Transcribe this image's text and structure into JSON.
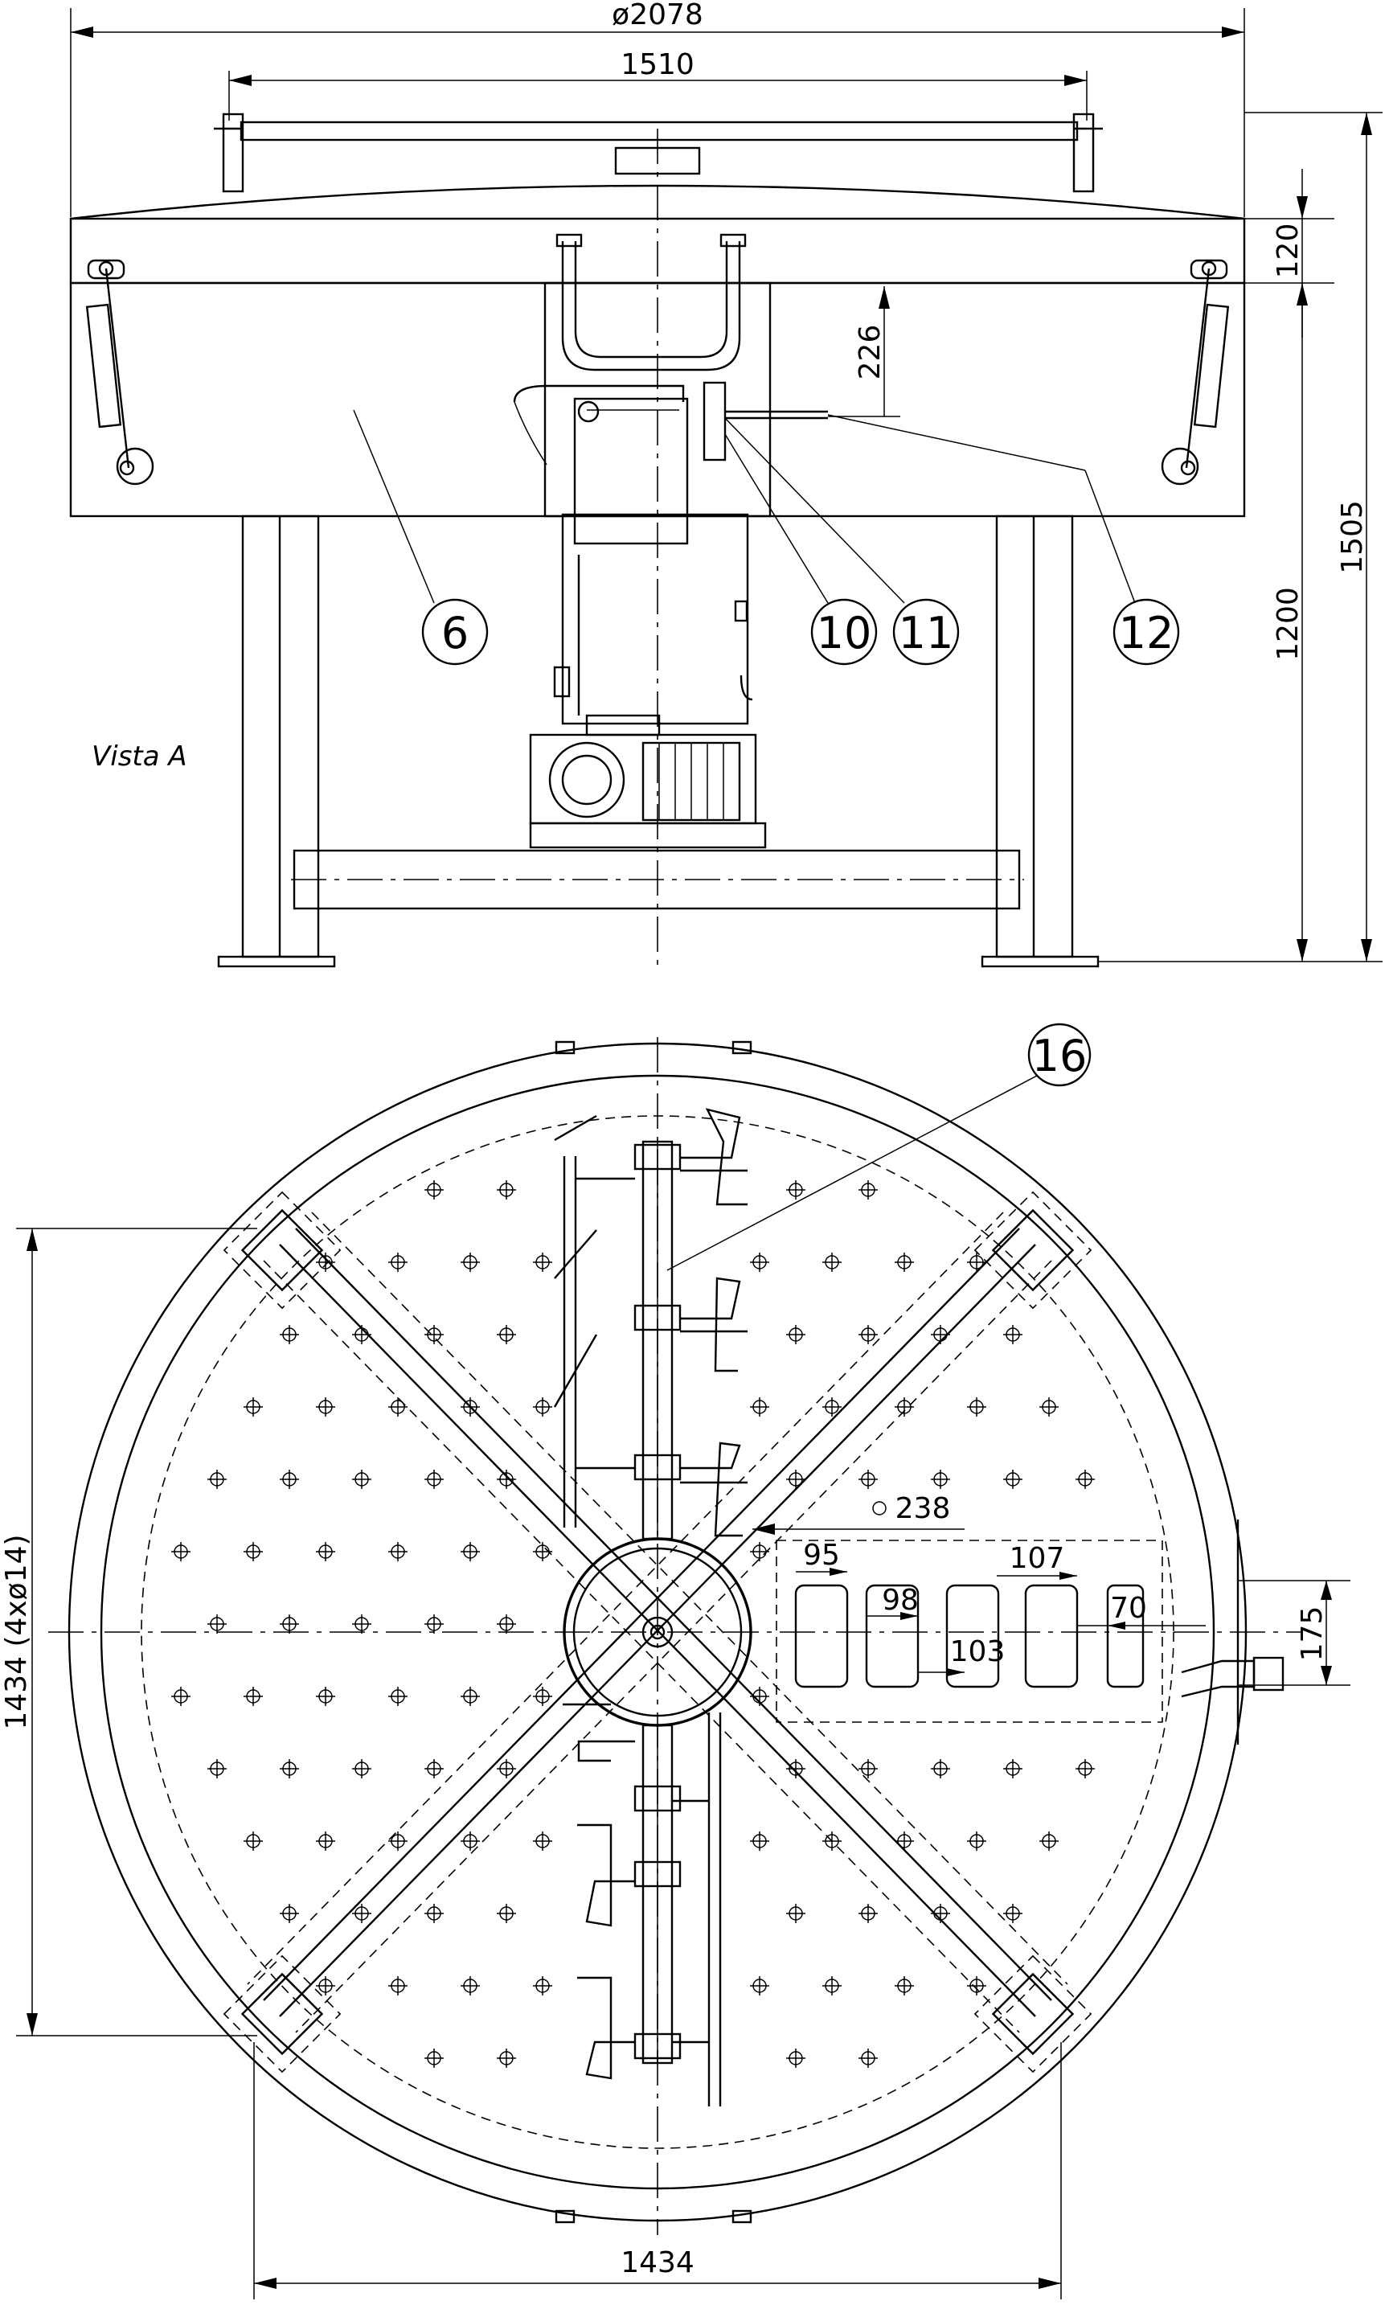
{
  "dimensions": {
    "overall_diameter": "ø2078",
    "top_width": "1510",
    "lid_height": "120",
    "shaft_offset": "226",
    "total_height": "1505",
    "leg_height": "1200",
    "hole_pattern_vertical": "1434 (4xø14)",
    "hole_pattern_horizontal": "1434",
    "inner_offset": "238",
    "opening_height": "175",
    "slot_95": "95",
    "slot_98": "98",
    "slot_103": "103",
    "slot_107": "107",
    "slot_70": "70"
  },
  "callouts": {
    "c6": "6",
    "c10": "10",
    "c11": "11",
    "c12": "12",
    "c16": "16"
  },
  "view_caption": "Vista A"
}
